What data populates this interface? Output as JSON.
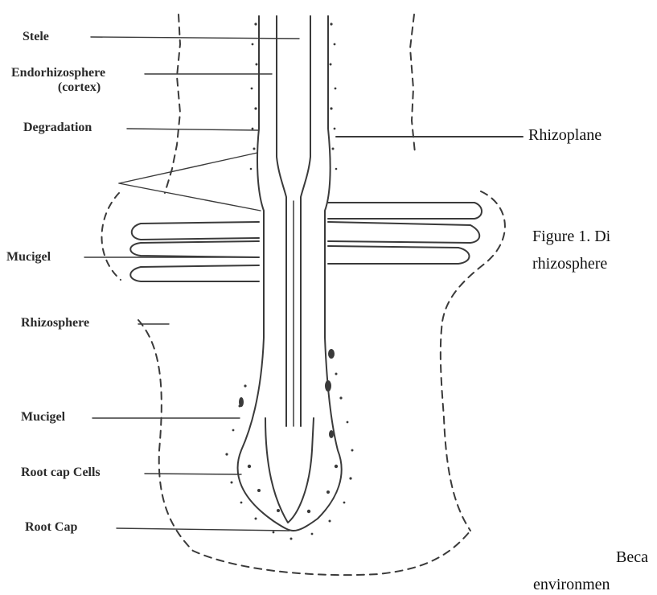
{
  "labels": {
    "stele": "Stele",
    "endorhizosphere": "Endorhizosphere",
    "cortex": "(cortex)",
    "degradation": "Degradation",
    "mucigel_upper": "Mucigel",
    "rhizosphere": "Rhizosphere",
    "mucigel_lower": "Mucigel",
    "root_cap_cells": "Root cap Cells",
    "root_cap": "Root Cap",
    "rhizoplane": "Rhizoplane"
  },
  "body_text": {
    "caption_line1": "Figure 1. Di",
    "caption_line2": "rhizosphere",
    "para_line1": "Beca",
    "para_line2": "environmen"
  },
  "colors": {
    "ink": "#3a3a3a",
    "text": "#2b2b2b",
    "background": "#ffffff"
  }
}
